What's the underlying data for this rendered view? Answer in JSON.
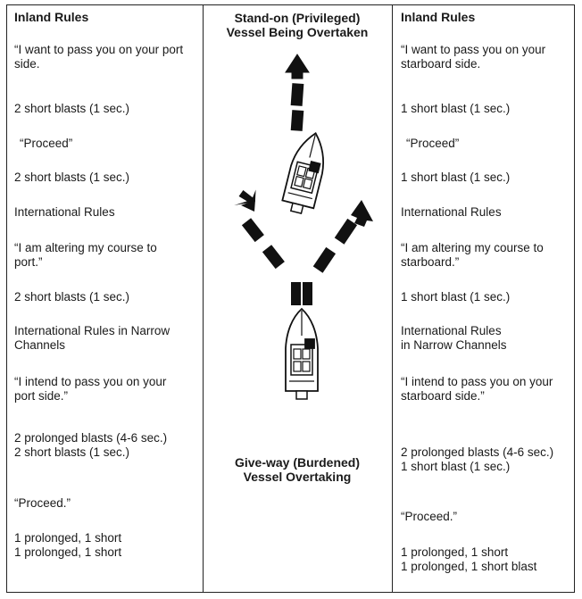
{
  "left": {
    "heading": "Inland Rules",
    "lines": [
      "“I want to pass you on your port side.",
      "2 short blasts (1 sec.)",
      "“Proceed”",
      "2 short blasts (1 sec.)",
      "International Rules",
      "“I am altering my course to port.”",
      "2 short blasts (1 sec.)",
      "International Rules in Narrow Channels",
      "“I intend to pass you on your port side.”",
      "2 prolonged blasts (4-6 sec.)\n2 short blasts (1 sec.)",
      "“Proceed.”",
      "1 prolonged, 1 short\n1 prolonged, 1 short"
    ]
  },
  "center": {
    "top_title": "Stand-on (Privileged)\nVessel Being Overtaken",
    "bottom_title": "Give-way (Burdened)\nVessel Overtaking"
  },
  "right": {
    "heading": "Inland Rules",
    "lines": [
      "“I want to pass you on your starboard side.",
      "1 short blast (1 sec.)",
      "“Proceed”",
      "1 short blast (1 sec.)",
      "International Rules",
      "“I am altering my course to starboard.”",
      "1 short blast (1 sec.)",
      "International Rules\nin Narrow Channels",
      "“I intend to pass you on your\nstarboard side.”",
      "2 prolonged blasts (4-6 sec.)\n1 short blast (1 sec.)",
      "“Proceed.”",
      "1 prolonged, 1 short\n1 prolonged, 1 short blast"
    ]
  },
  "icons": {
    "arrow": "arrow-icon",
    "boat": "boat-icon"
  },
  "colors": {
    "ink": "#1a1a1a",
    "background": "#ffffff"
  }
}
